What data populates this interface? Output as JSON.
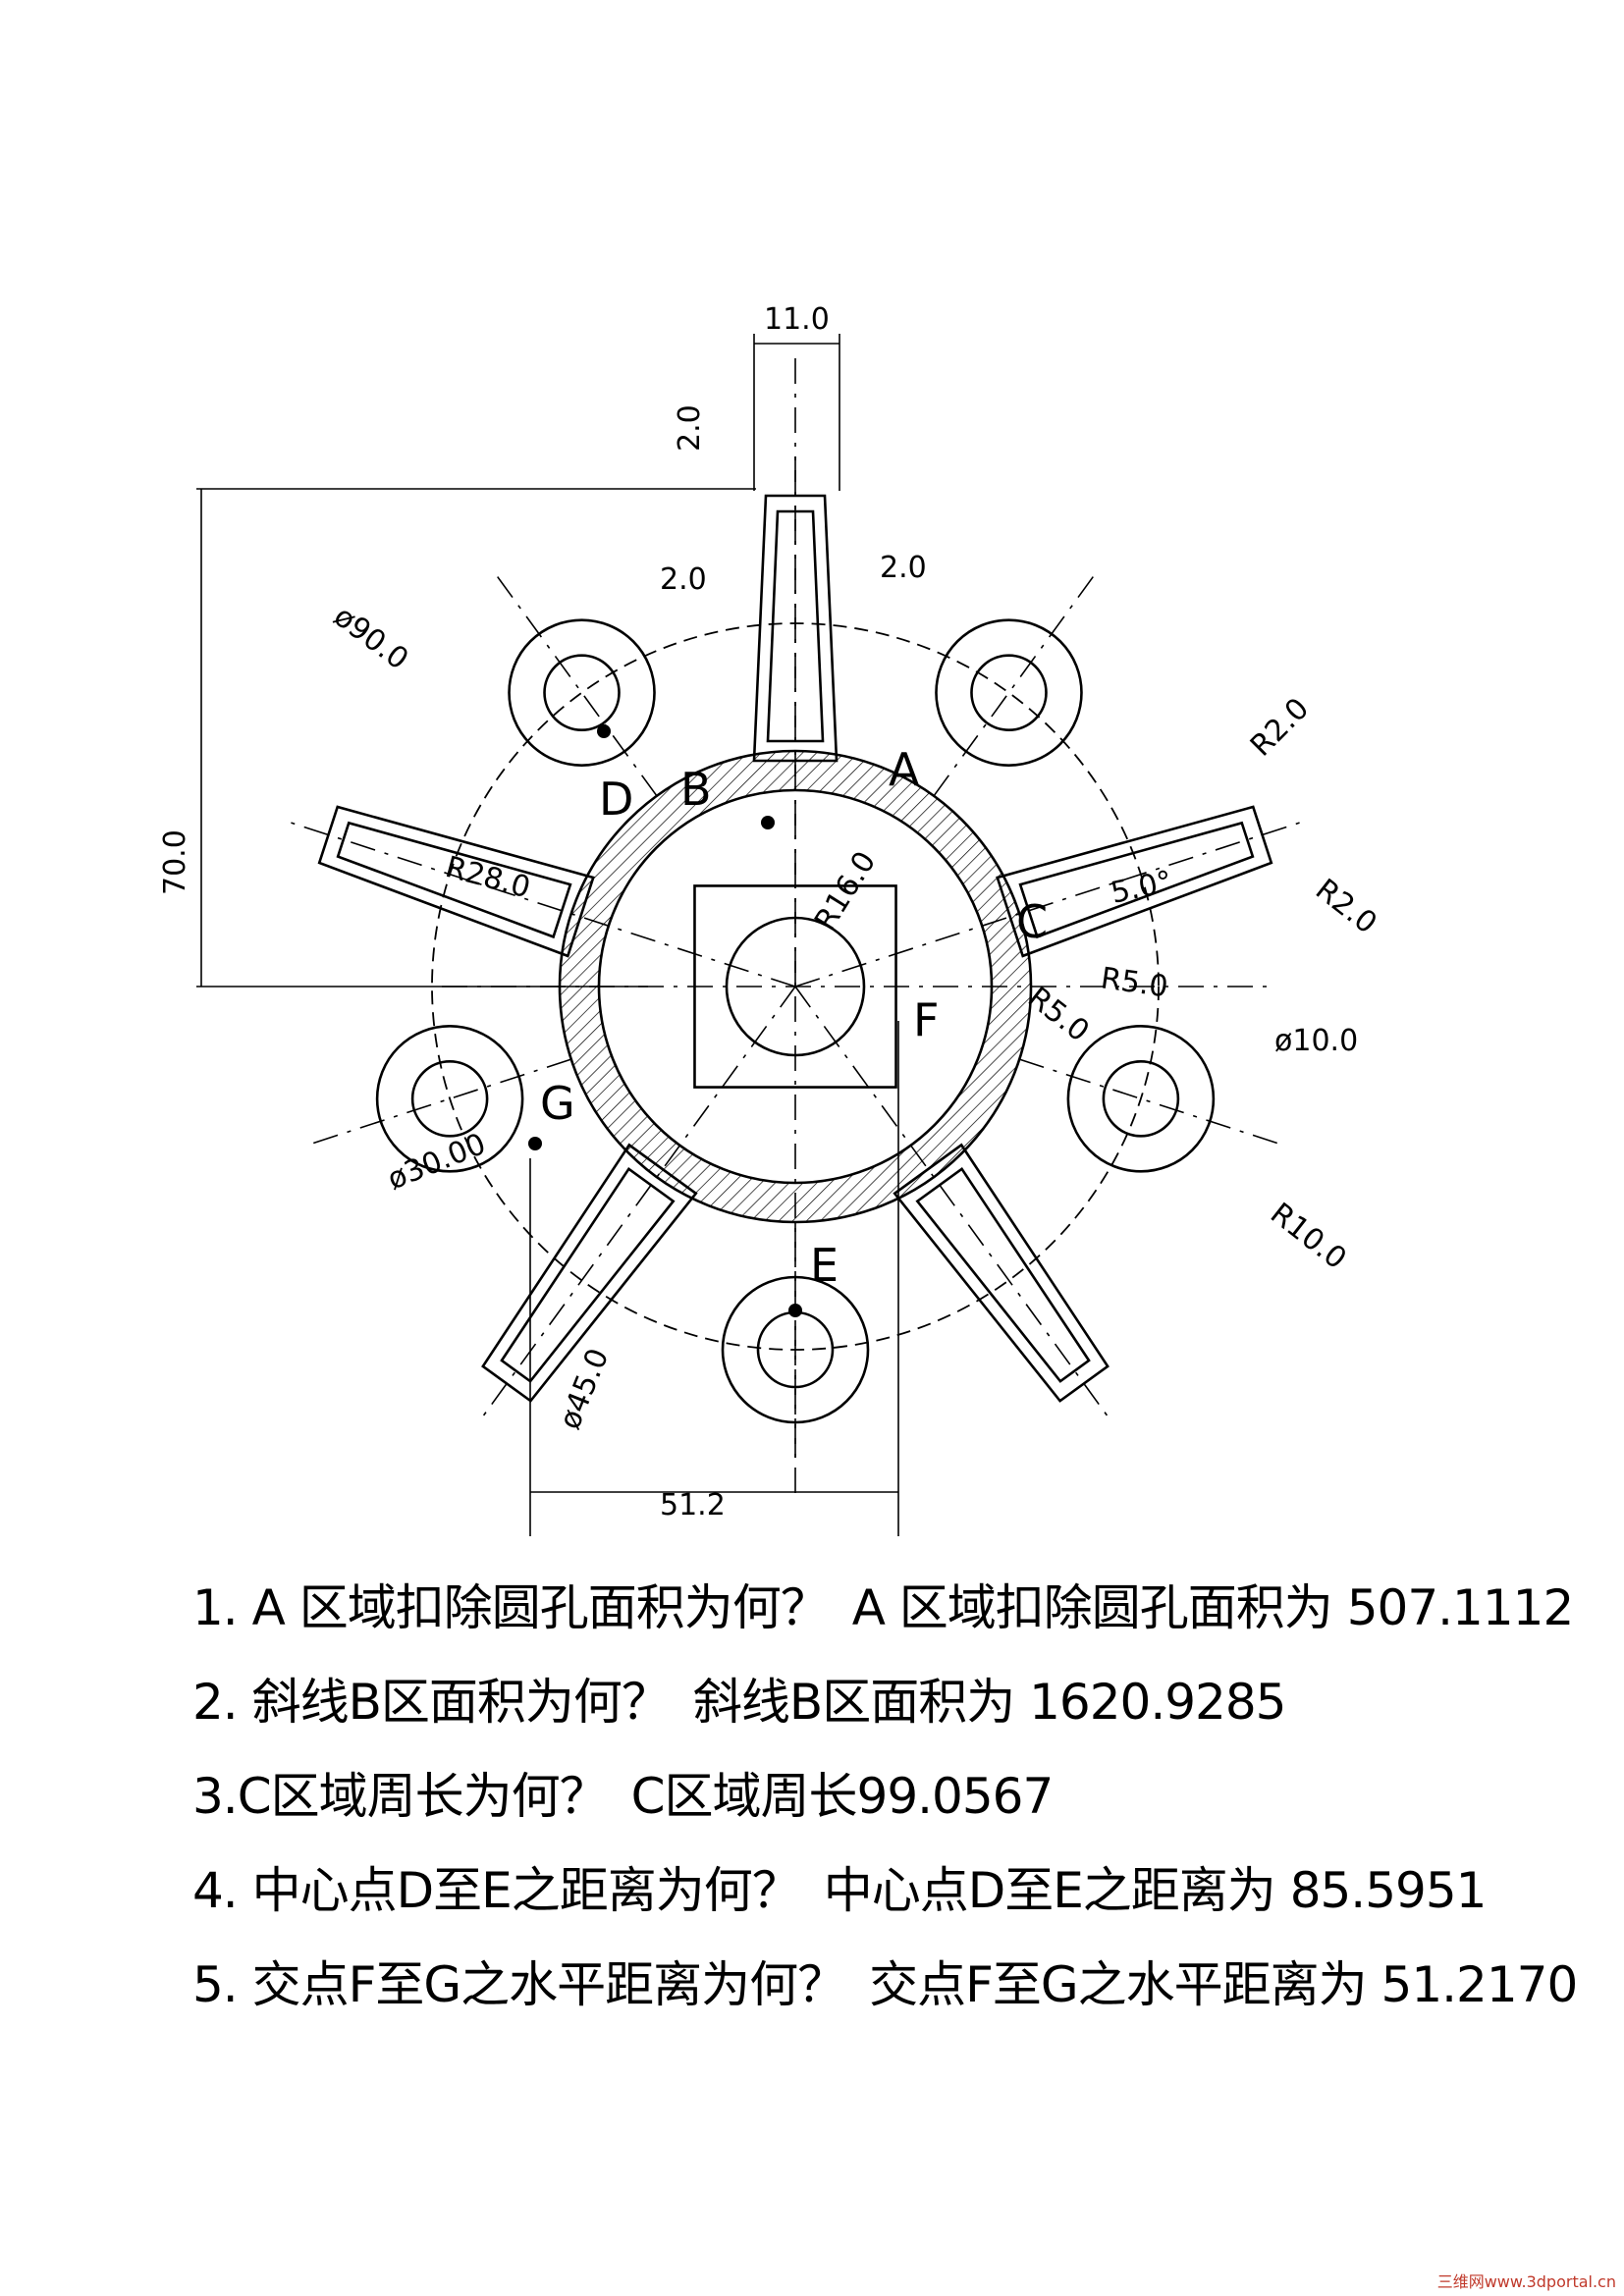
{
  "dimensions": {
    "top_width": "11.0",
    "tip_height": "2.0",
    "left_wall": "2.0",
    "right_wall": "2.0",
    "overall_height": "70.0",
    "pitch_diameter": "ø90.0",
    "right_tip_r1": "R2.0",
    "right_tip_r2": "R2.0",
    "taper_angle": "5.0°",
    "fillet_r5a": "R5.0",
    "fillet_r5b": "R5.0",
    "hole_diameter": "ø10.0",
    "lug_radius": "R10.0",
    "inner_arc": "R28.0",
    "hub_radius": "R16.0",
    "left_circle": "ø30.00",
    "bottom_circle": "ø45.0",
    "horizontal_gap": "51.2"
  },
  "labels": {
    "a": "A",
    "b": "B",
    "c": "C",
    "d": "D",
    "e": "E",
    "f": "F",
    "g": "G"
  },
  "questions": [
    {
      "question": "1. A 区域扣除圆孔面积为何？",
      "answer": "A 区域扣除圆孔面积为 507.1112"
    },
    {
      "question": "2. 斜线B区面积为何？",
      "answer": "斜线B区面积为 1620.9285"
    },
    {
      "question": "3.C区域周长为何？",
      "answer": "C区域周长99.0567"
    },
    {
      "question": "4. 中心点D至E之距离为何？",
      "answer": "中心点D至E之距离为 85.5951"
    },
    {
      "question": "5. 交点F至G之水平距离为何？",
      "answer": "交点F至G之水平距离为 51.2170"
    }
  ],
  "watermark": "三维网www.3dportal.cn"
}
